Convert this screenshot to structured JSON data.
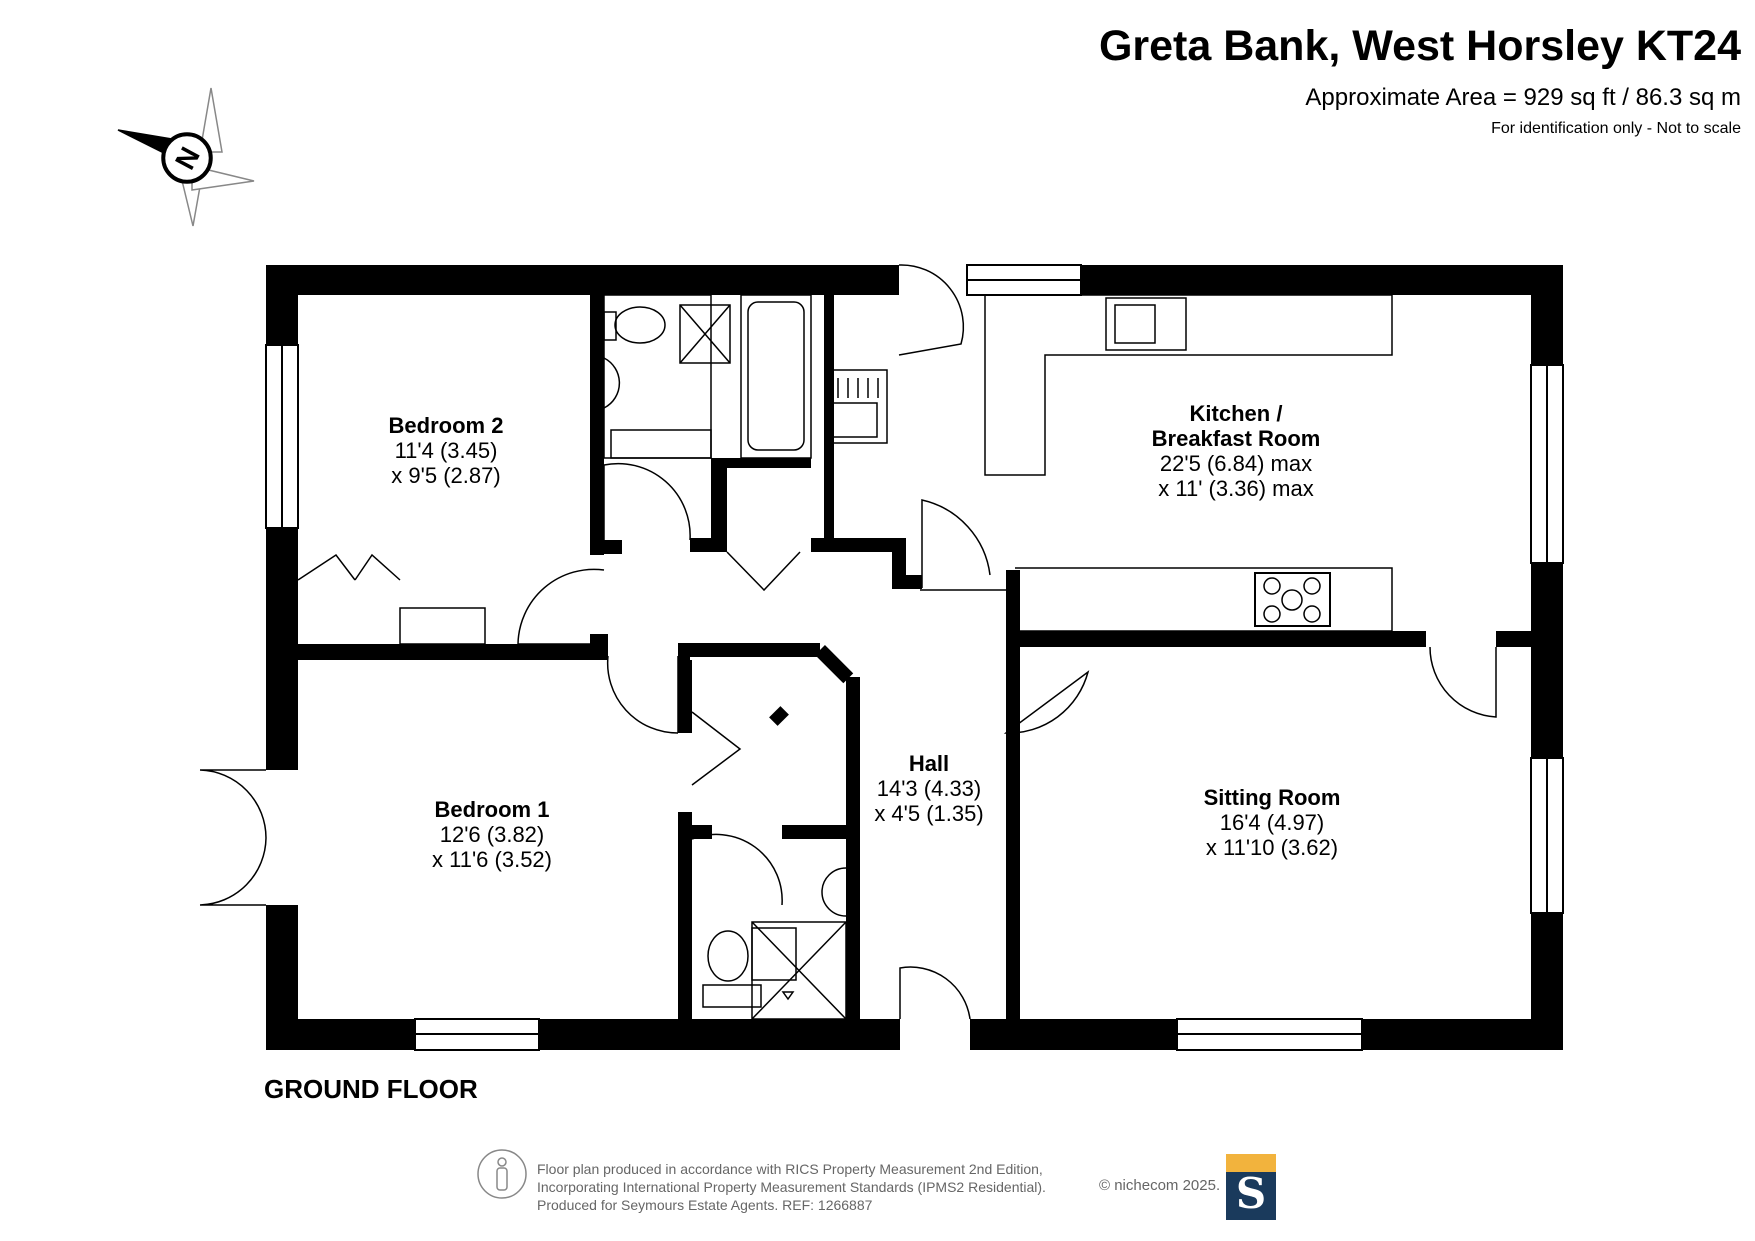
{
  "header": {
    "title": "Greta Bank, West Horsley KT24",
    "area": "Approximate Area = 929 sq ft / 86.3 sq m",
    "note": "For identification only - Not to scale"
  },
  "compass": {
    "letter": "N",
    "icon": "compass-rose-icon"
  },
  "rooms": {
    "bedroom2": {
      "name": "Bedroom 2",
      "dim1": "11'4 (3.45)",
      "dim2": "x 9'5 (2.87)"
    },
    "kitchen": {
      "name1": "Kitchen /",
      "name2": "Breakfast Room",
      "dim1": "22'5 (6.84) max",
      "dim2": "x 11' (3.36) max"
    },
    "bedroom1": {
      "name": "Bedroom 1",
      "dim1": "12'6 (3.82)",
      "dim2": "x 11'6 (3.52)"
    },
    "hall": {
      "name": "Hall",
      "dim1": "14'3 (4.33)",
      "dim2": "x 4'5 (1.35)"
    },
    "sitting": {
      "name": "Sitting Room",
      "dim1": "16'4 (4.97)",
      "dim2": "x 11'10 (3.62)"
    }
  },
  "floor_label": "GROUND FLOOR",
  "footer": {
    "line1": "Floor plan produced in accordance with RICS Property Measurement 2nd Edition,",
    "line2": "Incorporating International Property Measurement Standards (IPMS2 Residential).",
    "line3": "Produced for Seymours Estate Agents.   REF: 1266887",
    "copyright": "© nichecom 2025.",
    "logo_letter": "S"
  },
  "colors": {
    "wall": "#000000",
    "logo_navy": "#1a3a5c",
    "logo_gold": "#f2b33d",
    "footer_text": "#666666"
  }
}
